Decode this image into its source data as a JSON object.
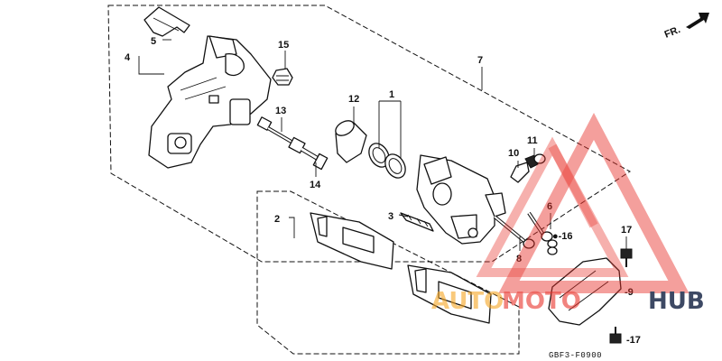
{
  "diagram": {
    "direction_label": "FR.",
    "figure_code": "GBF3-F0900",
    "callouts": [
      "1",
      "2",
      "3",
      "4",
      "5",
      "6",
      "7",
      "8",
      "9",
      "10",
      "11",
      "12",
      "13",
      "14",
      "15",
      "16",
      "17",
      "17"
    ],
    "callout_16_prefix": "●-16",
    "callout_9_prefix": "-9",
    "callout_17b_prefix": "-17"
  },
  "watermark": {
    "part1": "AUTO",
    "part2": "MOTO",
    "part3": "HUB",
    "color_orange": "#f5a623",
    "color_red": "#e8322a",
    "color_dark": "#1c2a4a"
  }
}
